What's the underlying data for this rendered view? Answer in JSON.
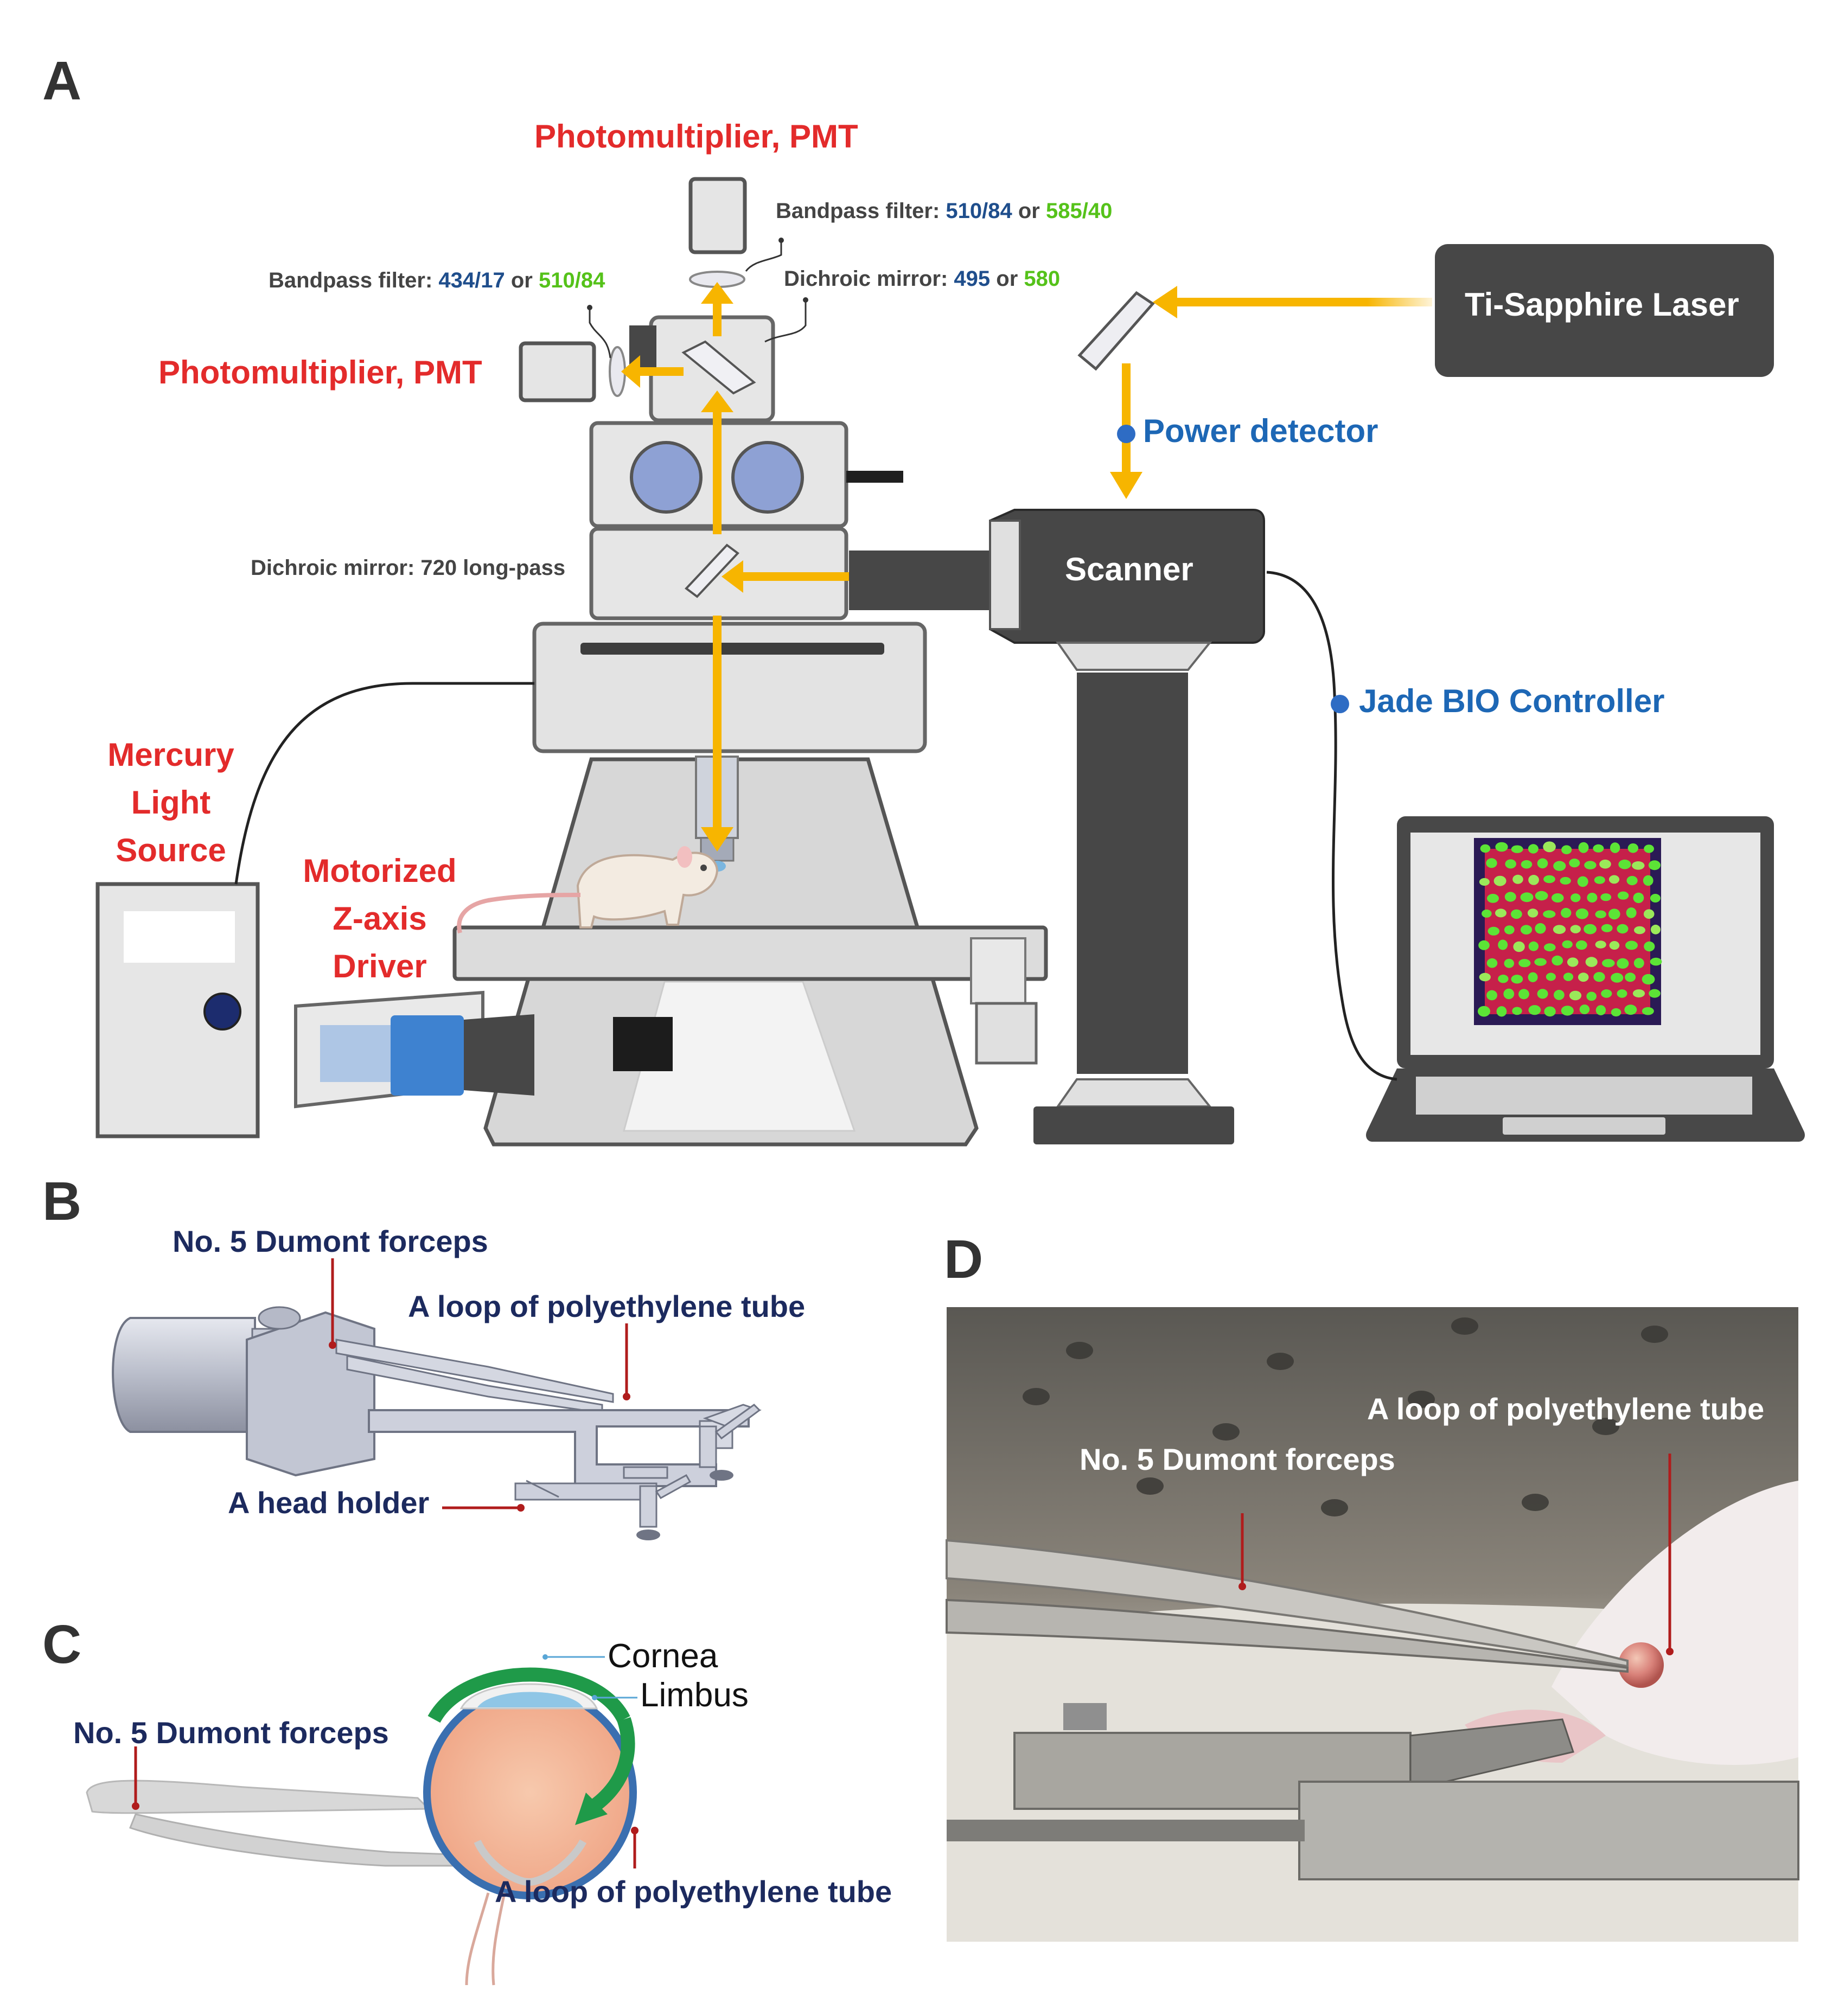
{
  "panels": {
    "a": "A",
    "b": "B",
    "c": "C",
    "d": "D"
  },
  "panel_a": {
    "pmt_top": "Photomultiplier, PMT",
    "pmt_left": "Photomultiplier, PMT",
    "bandpass_top": {
      "prefix": "Bandpass filter: ",
      "value1": "510/84",
      "sep": " or ",
      "value2": "585/40"
    },
    "bandpass_left": {
      "prefix": "Bandpass filter: ",
      "value1": "434/17",
      "sep": " or ",
      "value2": "510/84"
    },
    "dichroic_top": {
      "prefix": "Dichroic mirror: ",
      "value1": "495",
      "sep": " or ",
      "value2": "580"
    },
    "dichroic_mid": "Dichroic mirror: 720 long-pass",
    "laser": "Ti-Sapphire Laser",
    "power_detector": "Power detector",
    "scanner": "Scanner",
    "controller": "Jade BIO Controller",
    "mercury": [
      "Mercury",
      "Light",
      "Source"
    ],
    "zaxis": [
      "Motorized",
      "Z-axis",
      "Driver"
    ]
  },
  "panel_b": {
    "forceps": "No. 5 Dumont forceps",
    "loop": "A loop of polyethylene tube",
    "holder": "A head holder"
  },
  "panel_c": {
    "forceps": "No. 5 Dumont forceps",
    "cornea": "Cornea",
    "limbus": "Limbus",
    "loop": "A loop of polyethylene tube"
  },
  "panel_d": {
    "loop": "A loop of polyethylene tube",
    "forceps": "No. 5 Dumont forceps"
  },
  "colors": {
    "label_red": "#e32b2b",
    "label_blue": "#1d67b5",
    "label_navy": "#1c2a5e",
    "filter_blue": "#1f4e8c",
    "filter_green": "#55c21a",
    "beam_yellow": "#f7b500",
    "device_dark": "#474747",
    "device_light": "#e0e0e0",
    "leader_red": "#b01c1c",
    "arrow_green": "#1f9a49"
  }
}
